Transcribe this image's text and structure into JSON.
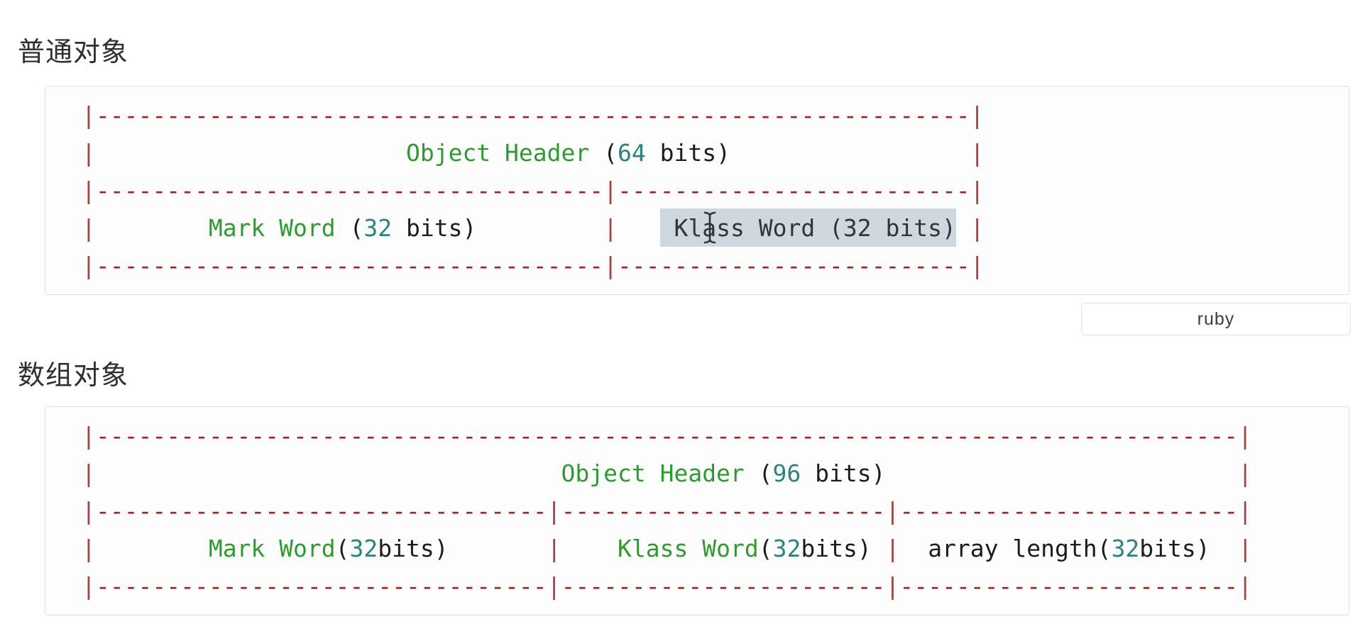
{
  "titles": {
    "section1": "普通对象",
    "section2": "数组对象"
  },
  "colors": {
    "dash": "#9b2424",
    "pipe": "#a34343",
    "keyword": "#2e9b2e",
    "number": "#2a837d",
    "plain": "#1c1c1c",
    "sel_bg": "#cdd8e1",
    "sel_text": "#303539",
    "border": "#e1e1e1",
    "title_text": "#2f2f2f"
  },
  "code_blocks": [
    {
      "name": "plain-object",
      "language_badge": "ruby",
      "lines": [
        [
          {
            "t": "|",
            "c": "pipe"
          },
          {
            "t": "-",
            "c": "dash",
            "repeat": 62
          },
          {
            "t": "|",
            "c": "pipe"
          }
        ],
        [
          {
            "t": "|",
            "c": "pipe"
          },
          {
            "t": " ",
            "c": "plain",
            "repeat": 22
          },
          {
            "t": "Object Header",
            "c": "keyword"
          },
          {
            "t": " (",
            "c": "plain"
          },
          {
            "t": "64",
            "c": "number"
          },
          {
            "t": " bits)",
            "c": "plain"
          },
          {
            "t": " ",
            "c": "plain",
            "repeat": 17
          },
          {
            "t": "|",
            "c": "pipe"
          }
        ],
        [
          {
            "t": "|",
            "c": "pipe"
          },
          {
            "t": "-",
            "c": "dash",
            "repeat": 36
          },
          {
            "t": "|",
            "c": "pipe"
          },
          {
            "t": "-",
            "c": "dash",
            "repeat": 25
          },
          {
            "t": "|",
            "c": "pipe"
          }
        ],
        [
          {
            "t": "|",
            "c": "pipe"
          },
          {
            "t": " ",
            "c": "plain",
            "repeat": 8
          },
          {
            "t": "Mark Word",
            "c": "keyword"
          },
          {
            "t": " (",
            "c": "plain"
          },
          {
            "t": "32",
            "c": "number"
          },
          {
            "t": " bits)",
            "c": "plain"
          },
          {
            "t": " ",
            "c": "plain",
            "repeat": 9
          },
          {
            "t": "|",
            "c": "pipe"
          },
          {
            "t": " ",
            "c": "plain",
            "repeat": 3
          },
          {
            "t": " Klass Word (32 bits)",
            "c": "selected"
          },
          {
            "t": " ",
            "c": "plain",
            "repeat": 1
          },
          {
            "t": "|",
            "c": "pipe"
          }
        ],
        [
          {
            "t": "|",
            "c": "pipe"
          },
          {
            "t": "-",
            "c": "dash",
            "repeat": 36
          },
          {
            "t": "|",
            "c": "pipe"
          },
          {
            "t": "-",
            "c": "dash",
            "repeat": 25
          },
          {
            "t": "|",
            "c": "pipe"
          }
        ]
      ]
    },
    {
      "name": "array-object",
      "language_badge": "",
      "lines": [
        [
          {
            "t": "|",
            "c": "pipe"
          },
          {
            "t": "-",
            "c": "dash",
            "repeat": 81
          },
          {
            "t": "|",
            "c": "pipe"
          }
        ],
        [
          {
            "t": "|",
            "c": "pipe"
          },
          {
            "t": " ",
            "c": "plain",
            "repeat": 33
          },
          {
            "t": "Object Header",
            "c": "keyword"
          },
          {
            "t": " (",
            "c": "plain"
          },
          {
            "t": "96",
            "c": "number"
          },
          {
            "t": " bits)",
            "c": "plain"
          },
          {
            "t": " ",
            "c": "plain",
            "repeat": 25
          },
          {
            "t": "|",
            "c": "pipe"
          }
        ],
        [
          {
            "t": "|",
            "c": "pipe"
          },
          {
            "t": "-",
            "c": "dash",
            "repeat": 32
          },
          {
            "t": "|",
            "c": "pipe"
          },
          {
            "t": "-",
            "c": "dash",
            "repeat": 23
          },
          {
            "t": "|",
            "c": "pipe"
          },
          {
            "t": "-",
            "c": "dash",
            "repeat": 24
          },
          {
            "t": "|",
            "c": "pipe"
          }
        ],
        [
          {
            "t": "|",
            "c": "pipe"
          },
          {
            "t": " ",
            "c": "plain",
            "repeat": 8
          },
          {
            "t": "Mark Word",
            "c": "keyword"
          },
          {
            "t": "(",
            "c": "plain"
          },
          {
            "t": "32",
            "c": "number"
          },
          {
            "t": "bits)",
            "c": "plain"
          },
          {
            "t": " ",
            "c": "plain",
            "repeat": 7
          },
          {
            "t": "|",
            "c": "pipe"
          },
          {
            "t": " ",
            "c": "plain",
            "repeat": 4
          },
          {
            "t": "Klass Word",
            "c": "keyword"
          },
          {
            "t": "(",
            "c": "plain"
          },
          {
            "t": "32",
            "c": "number"
          },
          {
            "t": "bits)",
            "c": "plain"
          },
          {
            "t": " ",
            "c": "plain",
            "repeat": 1
          },
          {
            "t": "|",
            "c": "pipe"
          },
          {
            "t": " ",
            "c": "plain",
            "repeat": 2
          },
          {
            "t": "array length",
            "c": "plain"
          },
          {
            "t": "(",
            "c": "plain"
          },
          {
            "t": "32",
            "c": "number"
          },
          {
            "t": "bits)",
            "c": "plain"
          },
          {
            "t": " ",
            "c": "plain",
            "repeat": 2
          },
          {
            "t": "|",
            "c": "pipe"
          }
        ],
        [
          {
            "t": "|",
            "c": "pipe"
          },
          {
            "t": "-",
            "c": "dash",
            "repeat": 32
          },
          {
            "t": "|",
            "c": "pipe"
          },
          {
            "t": "-",
            "c": "dash",
            "repeat": 23
          },
          {
            "t": "|",
            "c": "pipe"
          },
          {
            "t": "-",
            "c": "dash",
            "repeat": 24
          },
          {
            "t": "|",
            "c": "pipe"
          }
        ]
      ]
    }
  ]
}
